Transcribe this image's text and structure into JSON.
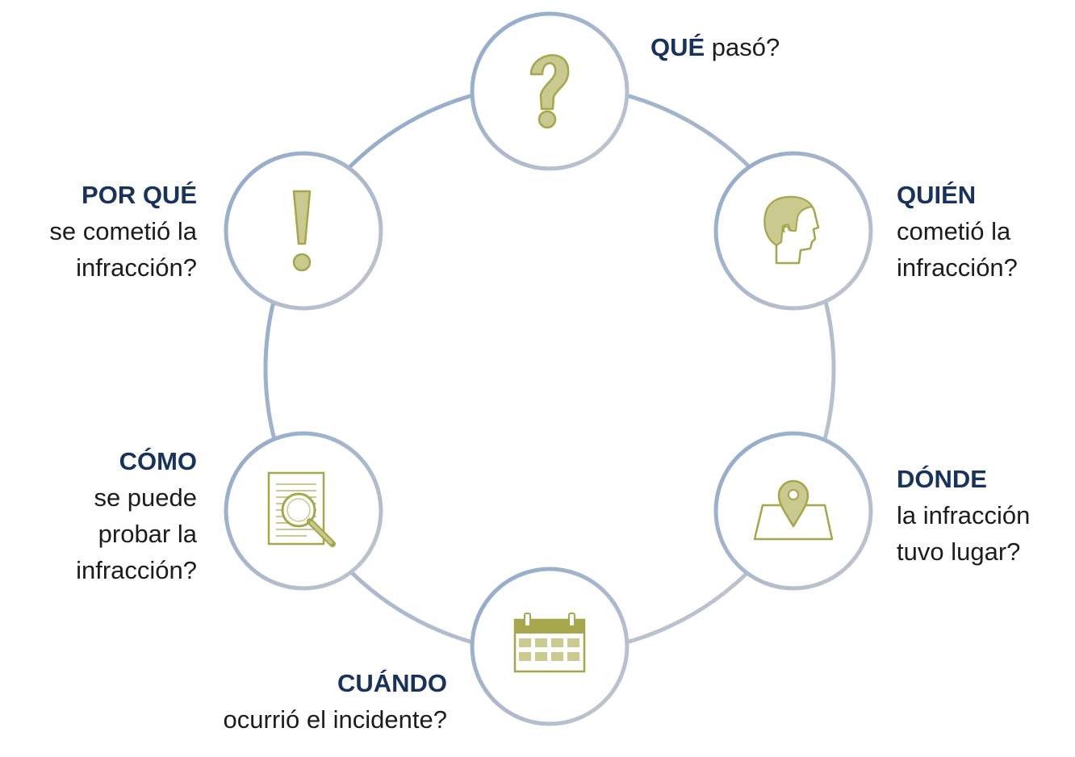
{
  "colors": {
    "ring_blue": "#8eaacb",
    "ring_gray": "#c3c6ce",
    "icon_olive": "#a6a64a",
    "icon_fill": "#c9c990",
    "heading_navy": "#17325c",
    "body_text": "#1c1c1c"
  },
  "nodes": [
    {
      "id": "que",
      "icon": "question-mark-icon",
      "heading": "QUÉ",
      "inline_text": " pasó?",
      "lines": []
    },
    {
      "id": "quien",
      "icon": "person-head-icon",
      "heading": "QUIÉN",
      "lines": [
        "cometió la",
        "infracción?"
      ]
    },
    {
      "id": "donde",
      "icon": "map-pin-icon",
      "heading": "DÓNDE",
      "lines": [
        "la infracción",
        "tuvo lugar?"
      ]
    },
    {
      "id": "cuando",
      "icon": "calendar-icon",
      "heading": "CUÁNDO",
      "lines": [
        "ocurrió el incidente?"
      ]
    },
    {
      "id": "como",
      "icon": "document-magnifier-icon",
      "heading": "CÓMO",
      "lines": [
        "se puede",
        "probar la",
        "infracción?"
      ]
    },
    {
      "id": "porque",
      "icon": "exclamation-mark-icon",
      "heading": "POR QUÉ",
      "lines": [
        "se cometió la",
        "infracción?"
      ]
    }
  ]
}
